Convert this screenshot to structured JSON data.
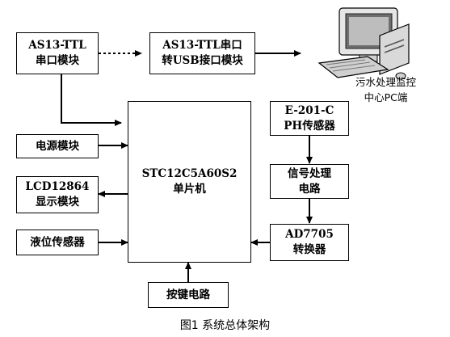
{
  "blocks": {
    "uart_module": [
      "AS13-TTL",
      "串口模块"
    ],
    "usb_module": [
      "AS13-TTL串口",
      "转USB接口模块"
    ],
    "pc_center": [
      "污水处理监控",
      "中心PC端"
    ],
    "sensor_ph": [
      "E-201-C",
      "PH传感器"
    ],
    "signal_proc": [
      "信号处理",
      "电路"
    ],
    "adc": [
      "AD7705",
      "转换器"
    ],
    "power": "电源模块",
    "mcu": [
      "STC12C5A60S2",
      "单片机"
    ],
    "lcd": [
      "LCD12864",
      "显示模块"
    ],
    "level_sensor": "液位传感器",
    "keypad": "按键电路"
  },
  "caption": "图1  系统总体架构"
}
